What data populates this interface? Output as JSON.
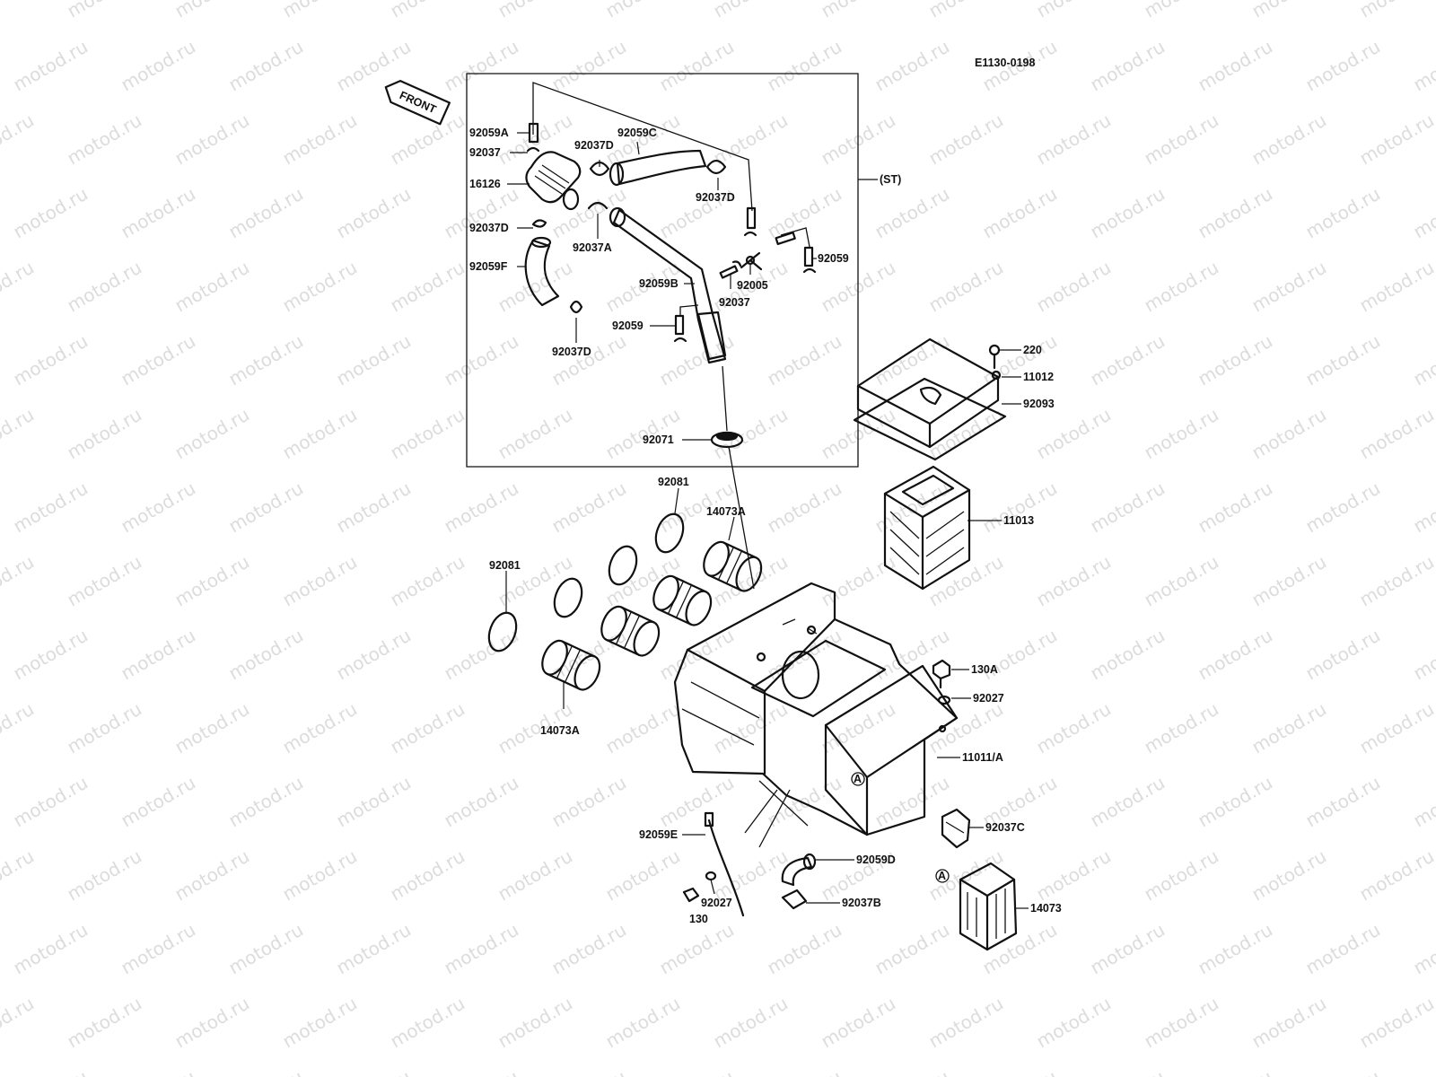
{
  "watermark_text": "motod.ru",
  "diagram_code": "E1130-0198",
  "front_label": "FRONT",
  "st_label": "(ST)",
  "circle_ref": "A",
  "colors": {
    "ink": "#111111",
    "watermark": "#dcdcdc",
    "background": "#ffffff"
  },
  "parts": {
    "p92059A": "92059A",
    "p92037_top": "92037",
    "p92037D_1": "92037D",
    "p92059C": "92059C",
    "p16126": "16126",
    "p92037D_2": "92037D",
    "p92037D_3": "92037D",
    "p92037A": "92037A",
    "p92059F": "92059F",
    "p92059_right": "92059",
    "p92005": "92005",
    "p92059B": "92059B",
    "p92037_mid": "92037",
    "p92059_mid": "92059",
    "p92037D_4": "92037D",
    "p220": "220",
    "p11012": "11012",
    "p92093": "92093",
    "p92071": "92071",
    "p92081_top": "92081",
    "p14073A_top": "14073A",
    "p11013": "11013",
    "p92081_left": "92081",
    "p14073A_bottom": "14073A",
    "p130A": "130A",
    "p92027_right": "92027",
    "p11011A": "11011/A",
    "p92037C": "92037C",
    "p92059E": "92059E",
    "p92059D": "92059D",
    "p92027_bottom": "92027",
    "p130": "130",
    "p92037B": "92037B",
    "p14073": "14073"
  }
}
